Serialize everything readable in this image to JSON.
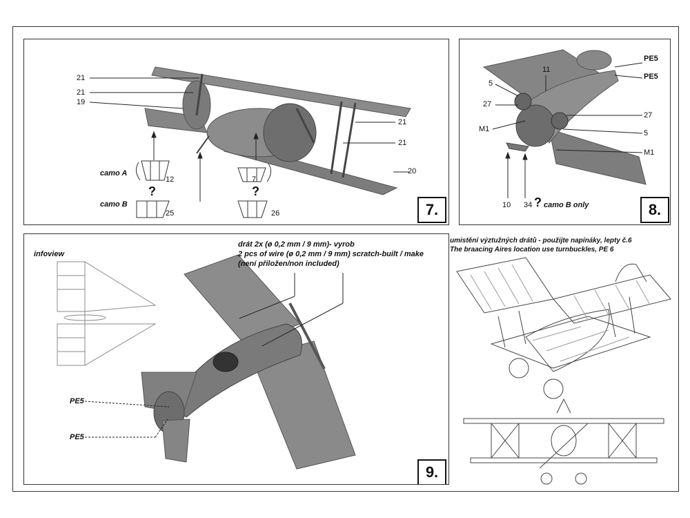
{
  "panel7": {
    "step": "7.",
    "callouts": {
      "c21a": "21",
      "c21b": "21",
      "c19": "19",
      "c21c": "21",
      "c21d": "21",
      "c20": "20",
      "c12": "12",
      "c7": "7",
      "c25": "25",
      "c26": "26"
    },
    "camo_a": "camo A",
    "camo_b": "camo B",
    "q": "?"
  },
  "panel8": {
    "step": "8.",
    "callouts": {
      "pe5a": "PE5",
      "pe5b": "PE5",
      "c11": "11",
      "c5a": "5",
      "c27a": "27",
      "c27b": "27",
      "c5b": "5",
      "m1a": "M1",
      "m1b": "M1",
      "c10": "10",
      "c34": "34"
    },
    "q": "?",
    "camo_b_only": "camo B only"
  },
  "panel9": {
    "step": "9.",
    "infoview": "infoview",
    "wire_line1": "drát 2x (ø 0,2 mm / 9 mm)- vyrob",
    "wire_line2": "2 pcs of wire (ø 0,2 mm / 9 mm) scratch-built / make",
    "wire_line3": "(není přiložen/non included)",
    "pe5a": "PE5",
    "pe5b": "PE5"
  },
  "panel10": {
    "line1": "umistění výztužných drátů - použijte napínáky, lepty č.6",
    "line2": "The braacing Aires location  use turnbuckles, PE 6"
  }
}
